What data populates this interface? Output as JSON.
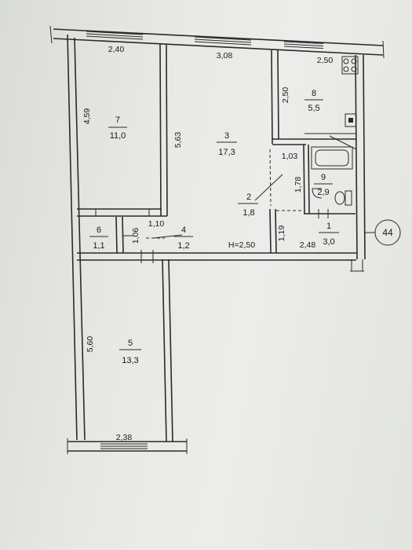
{
  "rooms": [
    {
      "id": "r7",
      "number": "7",
      "area": "11,0"
    },
    {
      "id": "r3",
      "number": "3",
      "area": "17,3"
    },
    {
      "id": "r8",
      "number": "8",
      "area": "5,5"
    },
    {
      "id": "r2",
      "number": "2",
      "area": "1,8"
    },
    {
      "id": "r9",
      "number": "9",
      "area": "2,9"
    },
    {
      "id": "r6",
      "number": "6",
      "area": "1,1"
    },
    {
      "id": "r4",
      "number": "4",
      "area": "1,2"
    },
    {
      "id": "r1",
      "number": "1",
      "area": "3,0"
    },
    {
      "id": "r5",
      "number": "5",
      "area": "13,3"
    }
  ],
  "dimensions": {
    "top_left": "2,40",
    "top_mid": "3,08",
    "top_right": "2,50",
    "room7_side": "4,59",
    "room3_side": "5,63",
    "room8_side": "2,50",
    "passage_width": "1,03",
    "passage_height": "1,78",
    "under_room7": "1,10",
    "room6_side": "1,06",
    "room1_side": "1,19",
    "room1_width": "2,48",
    "room5_side": "5,60",
    "bottom": "2,38"
  },
  "ceiling_height": "H=2,50",
  "apartment_number": "44"
}
